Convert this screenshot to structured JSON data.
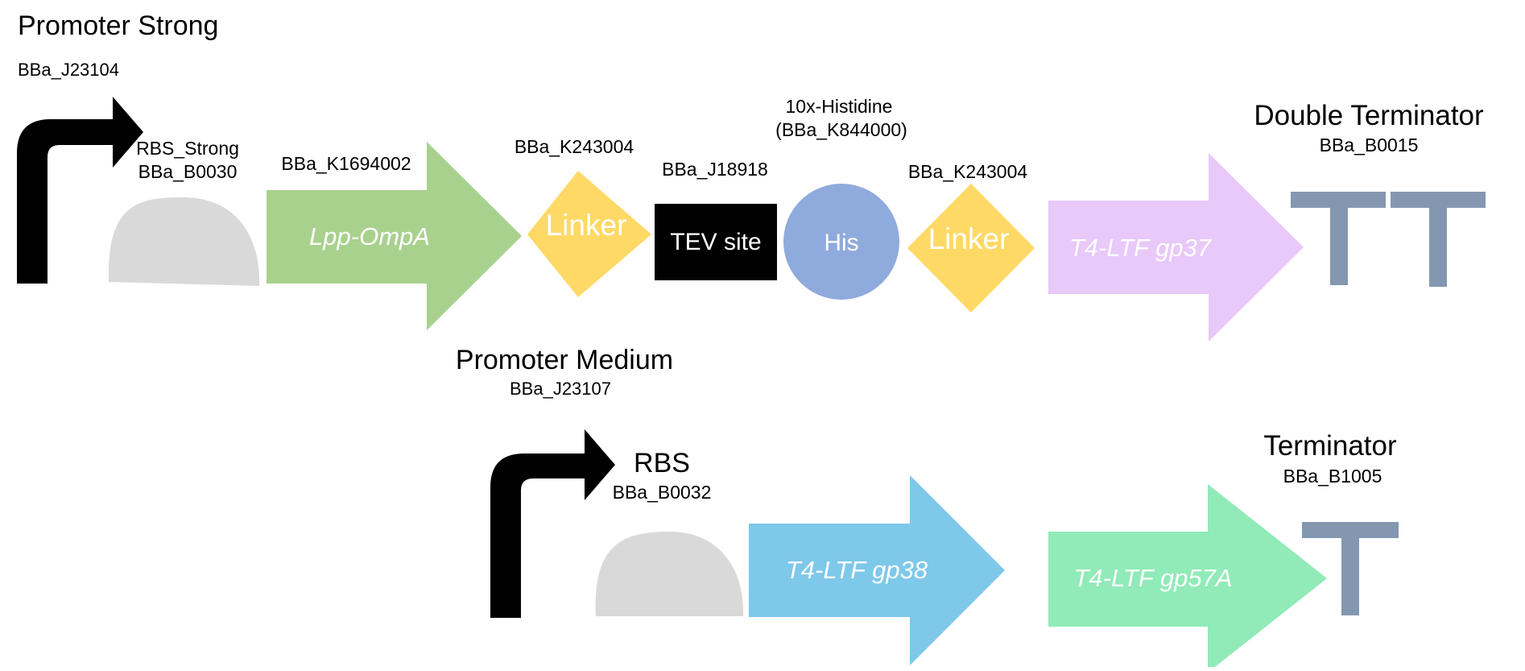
{
  "colors": {
    "promoter": "#000000",
    "rbs": "#d9d9d9",
    "lpp_ompa": "#a9d18e",
    "linker": "#ffd966",
    "tev": "#000000",
    "his": "#8faadc",
    "gp37": "#e9c8fa",
    "terminator": "#8497b0",
    "gp38": "#7ec8ea",
    "gp57a": "#90ebb8",
    "label_text": "#000000",
    "part_text": "#ffffff"
  },
  "construct1": {
    "promoter": {
      "title": "Promoter Strong",
      "id": "BBa_J23104"
    },
    "rbs": {
      "name": "RBS_Strong",
      "id": "BBa_B0030"
    },
    "cds1": {
      "id": "BBa_K1694002",
      "label": "Lpp-OmpA"
    },
    "linker1": {
      "id": "BBa_K243004",
      "label": "Linker"
    },
    "tev": {
      "id": "BBa_J18918",
      "label": "TEV site"
    },
    "his": {
      "name": "10x-Histidine",
      "id": "(BBa_K844000)",
      "label": "His"
    },
    "linker2": {
      "id": "BBa_K243004",
      "label": "Linker"
    },
    "cds2": {
      "label": "T4-LTF gp37"
    },
    "terminator": {
      "title": "Double Terminator",
      "id": "BBa_B0015"
    }
  },
  "construct2": {
    "promoter": {
      "title": "Promoter Medium",
      "id": "BBa_J23107"
    },
    "rbs": {
      "name": "RBS",
      "id": "BBa_B0032"
    },
    "cds1": {
      "label": "T4-LTF gp38"
    },
    "cds2": {
      "label": "T4-LTF gp57A"
    },
    "terminator": {
      "title": "Terminator",
      "id": "BBa_B1005"
    }
  }
}
